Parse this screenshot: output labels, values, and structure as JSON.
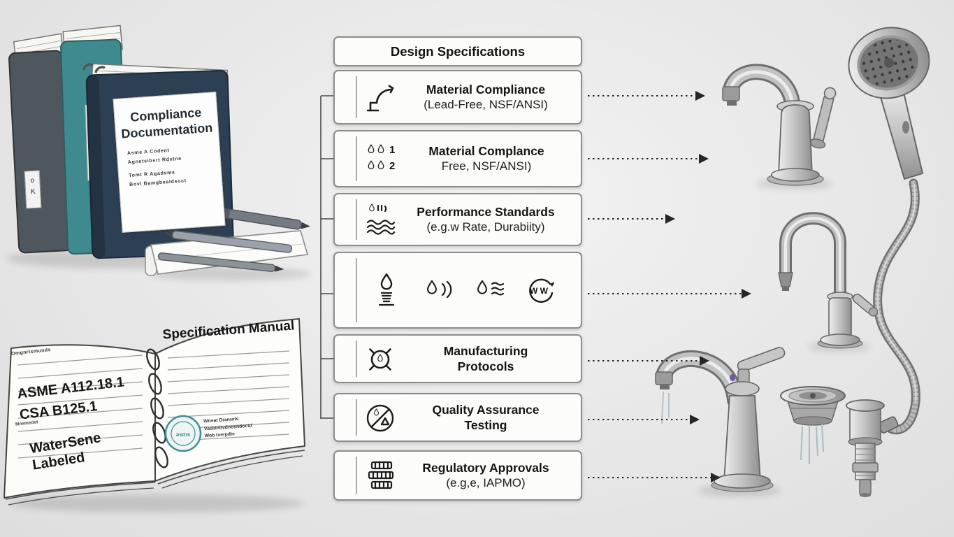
{
  "flowchart": {
    "header": "Design Specifications",
    "boxes": [
      {
        "title": "Material Compliance",
        "subtitle": "(Lead-Free, NSF/ANSI)",
        "icon": "faucet-icon"
      },
      {
        "title": "Material Complance",
        "subtitle": "Free, NSF/ANSI)",
        "icon": "droplet-count-icon",
        "icon_numbers": [
          "1",
          "2"
        ]
      },
      {
        "title": "Performance Standards",
        "subtitle": "(e.g.w Rate, Durabiity)",
        "icon": "flow-waves-icon"
      },
      {
        "icon": "multi-droplet-icons",
        "icon_label": "W W"
      },
      {
        "title": "Manufacturing",
        "subtitle": "Protocols",
        "icon": "gear-icon"
      },
      {
        "title": "Quality Assurance",
        "subtitle": "Testing",
        "icon": "quality-scale-icon"
      },
      {
        "title": "Regulatory Approvals",
        "subtitle": "(e.g,e, IAPMO)",
        "icon": "documents-stack-icon"
      }
    ]
  },
  "binders": {
    "label_title_line1": "Compliance",
    "label_title_line2": "Documentation",
    "label_small_lines": [
      "Asme A Codent",
      "Agnetsibsrt Rdxtne",
      "Tomt R Agadsms",
      "Bovl Bamgbealdsoct"
    ],
    "side_tab_text": "o K"
  },
  "manual": {
    "right_title": "Specification Manual",
    "left_top_word": "Omgnrtsmunds",
    "left_mid_word": "Mnemedot",
    "standard_1": "ASME A112.18.1",
    "standard_2": "CSA B125.1",
    "watersense_line1": "WaterSene",
    "watersense_line2": "Labeled",
    "stamp_text": "asms",
    "stamp_note_lines": [
      "Wneat Dranurls",
      "Vasbinltvdnosndoctd",
      "Wob txerpdte"
    ]
  },
  "colors": {
    "binder_gray": "#4e565e",
    "binder_teal": "#3f8a8e",
    "binder_navy": "#2d3f52",
    "stamp_teal": "#3f8f8f",
    "arrow": "#262626",
    "box_border": "#8c8c8c"
  }
}
